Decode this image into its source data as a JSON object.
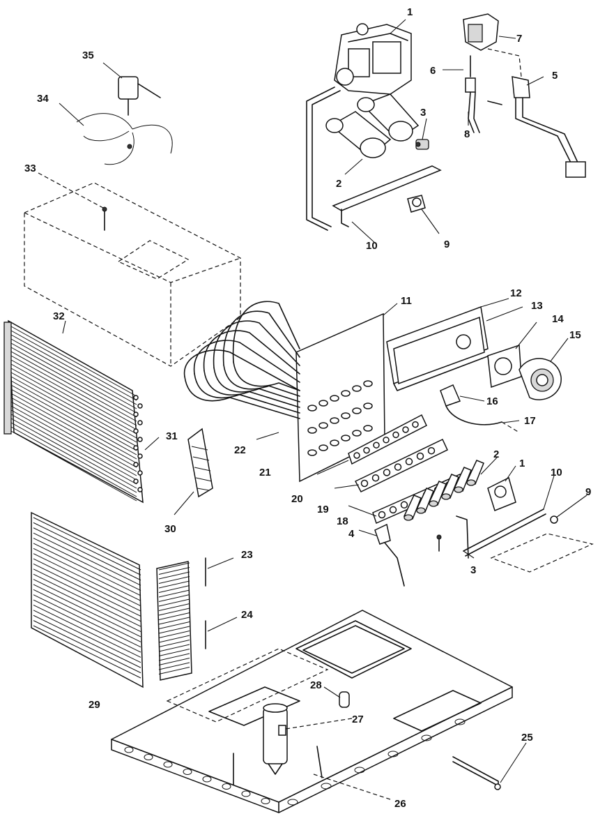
{
  "labels": {
    "l1a": "1",
    "l2a": "2",
    "l3a": "3",
    "l5": "5",
    "l6": "6",
    "l7": "7",
    "l8": "8",
    "l9a": "9",
    "l10a": "10",
    "l11": "11",
    "l12": "12",
    "l13": "13",
    "l14": "14",
    "l15": "15",
    "l16": "16",
    "l17": "17",
    "l18": "18",
    "l19": "19",
    "l20": "20",
    "l21": "21",
    "l22": "22",
    "l1b": "1",
    "l2b": "2",
    "l10b": "10",
    "l9b": "9",
    "l3b": "3",
    "l4": "4",
    "l23": "23",
    "l24": "24",
    "l25": "25",
    "l26": "26",
    "l27": "27",
    "l28": "28",
    "l29": "29",
    "l30": "30",
    "l31": "31",
    "l32": "32",
    "l33": "33",
    "l34": "34",
    "l35": "35"
  }
}
